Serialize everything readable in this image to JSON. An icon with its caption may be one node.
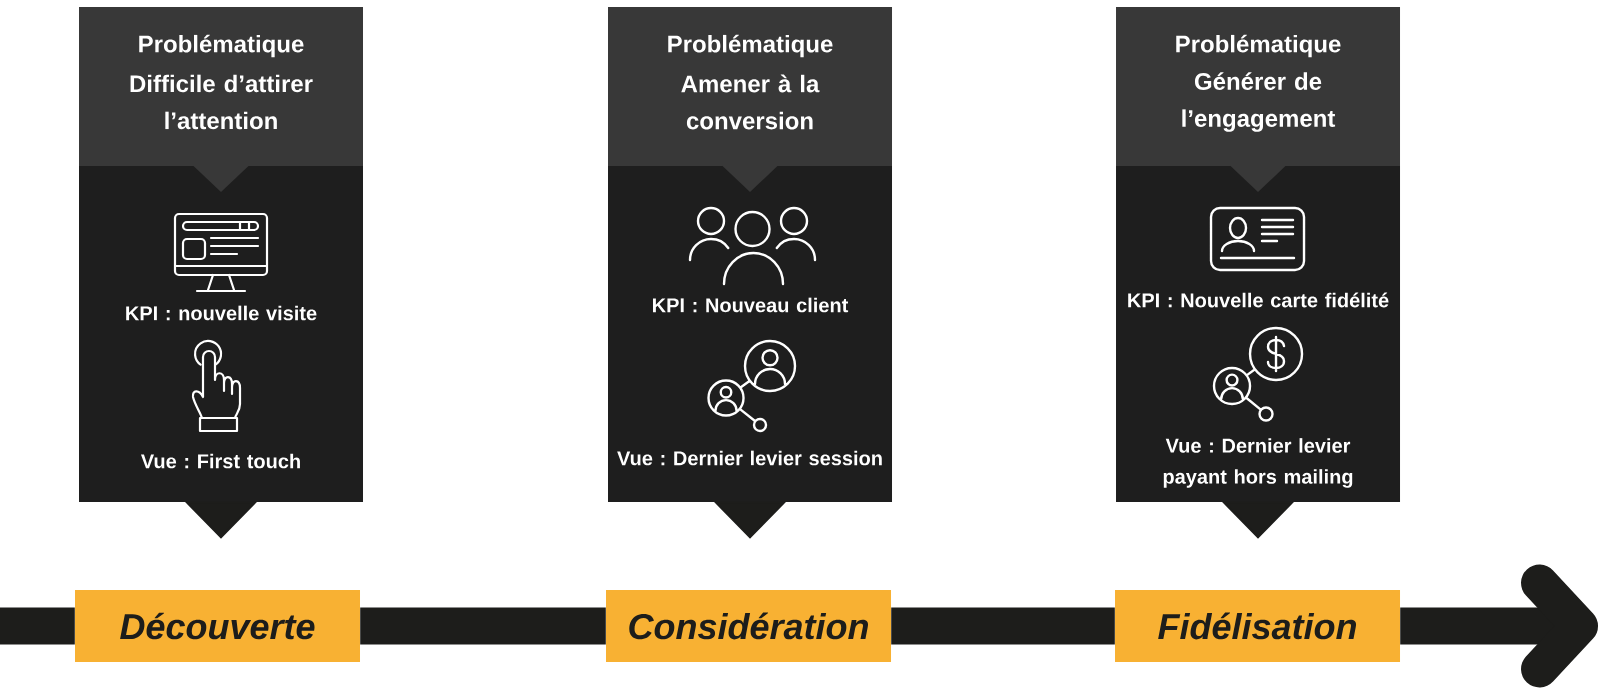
{
  "diagram": {
    "nodes": [
      {
        "text": [
          "Problématique",
          "Difficile d’attirer l’attention"
        ]
      },
      {
        "text": [
          "KPI : nouvelle visite",
          "Vue : First touch"
        ]
      },
      {
        "text": [
          "Problématique",
          "Amener à la conversion"
        ]
      },
      {
        "text": [
          "KPI : Nouveau client",
          "Vue : Dernier levier session"
        ]
      },
      {
        "text": [
          "Problématique",
          "Générer de l’engagement"
        ]
      },
      {
        "text": [
          "KPI : Nouvelle carte fidélité",
          "Vue : Dernier levier payant hors mailing"
        ]
      },
      {
        "text": [
          "Découverte"
        ]
      },
      {
        "text": [
          "Considération"
        ]
      },
      {
        "text": [
          "Fidélisation"
        ]
      }
    ],
    "edges": [
      {
        "from": 1,
        "to": 6,
        "arrow": "to"
      },
      {
        "from": 3,
        "to": 7,
        "arrow": "to"
      },
      {
        "from": 5,
        "to": 8,
        "arrow": "to"
      },
      {
        "from": null,
        "to": 6,
        "arrow": "none"
      },
      {
        "from": 6,
        "to": 7,
        "arrow": "none"
      },
      {
        "from": 7,
        "to": 8,
        "arrow": "none"
      },
      {
        "from": 8,
        "to": null,
        "arrow": "to"
      }
    ]
  }
}
